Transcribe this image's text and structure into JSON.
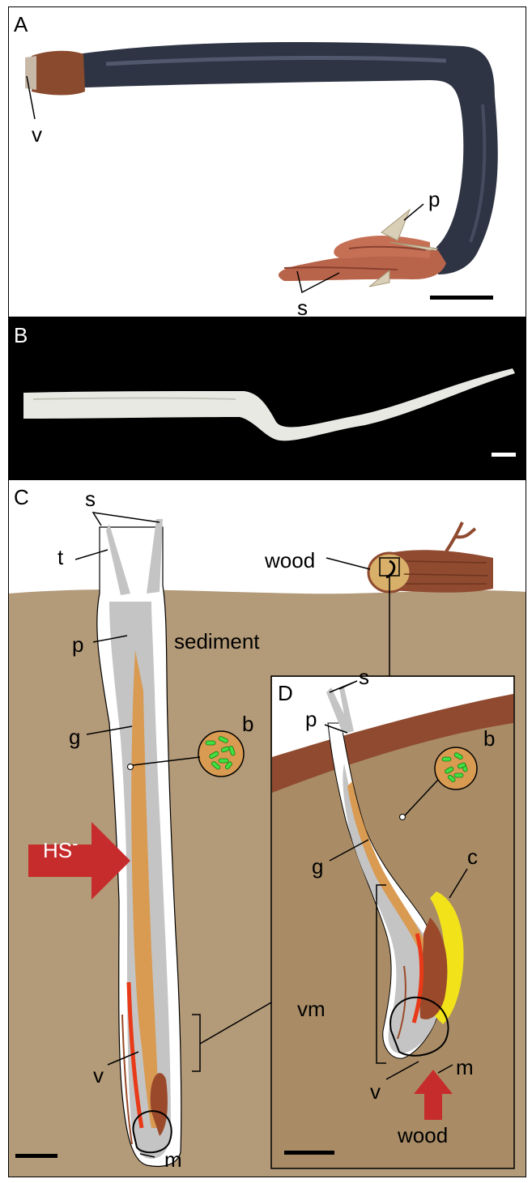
{
  "panels": {
    "a": "A",
    "b": "B",
    "c": "C",
    "d": "D"
  },
  "panel_a_labels": {
    "v": "v",
    "p": "p",
    "s": "s"
  },
  "panel_c_labels": {
    "s": "s",
    "t": "t",
    "p": "p",
    "g": "g",
    "b": "b",
    "sediment": "sediment",
    "wood": "wood",
    "hs": "HS",
    "hs_sup": "-",
    "vm": "vm",
    "v": "v",
    "m": "m"
  },
  "panel_d_labels": {
    "s": "s",
    "p": "p",
    "b": "b",
    "g": "g",
    "c": "c",
    "v": "v",
    "m": "m",
    "wood": "wood"
  },
  "colors": {
    "worm_body": "#2f3444",
    "worm_shine": "#5a6278",
    "collar": "#8a4a2e",
    "plume": "#b8644a",
    "tube": "#e9e9e4",
    "sediment": "#b39a78",
    "sediment_dark": "#a98c66",
    "wood_bark": "#8f4a30",
    "body_gray": "#c4c4c4",
    "gut": "#d99a52",
    "blood": "#e83a18",
    "muscle": "#9a4a2a",
    "caecum": "#f2e21a",
    "arrow_hs": "#c72c2c",
    "bacteria": "#3fe03f"
  }
}
